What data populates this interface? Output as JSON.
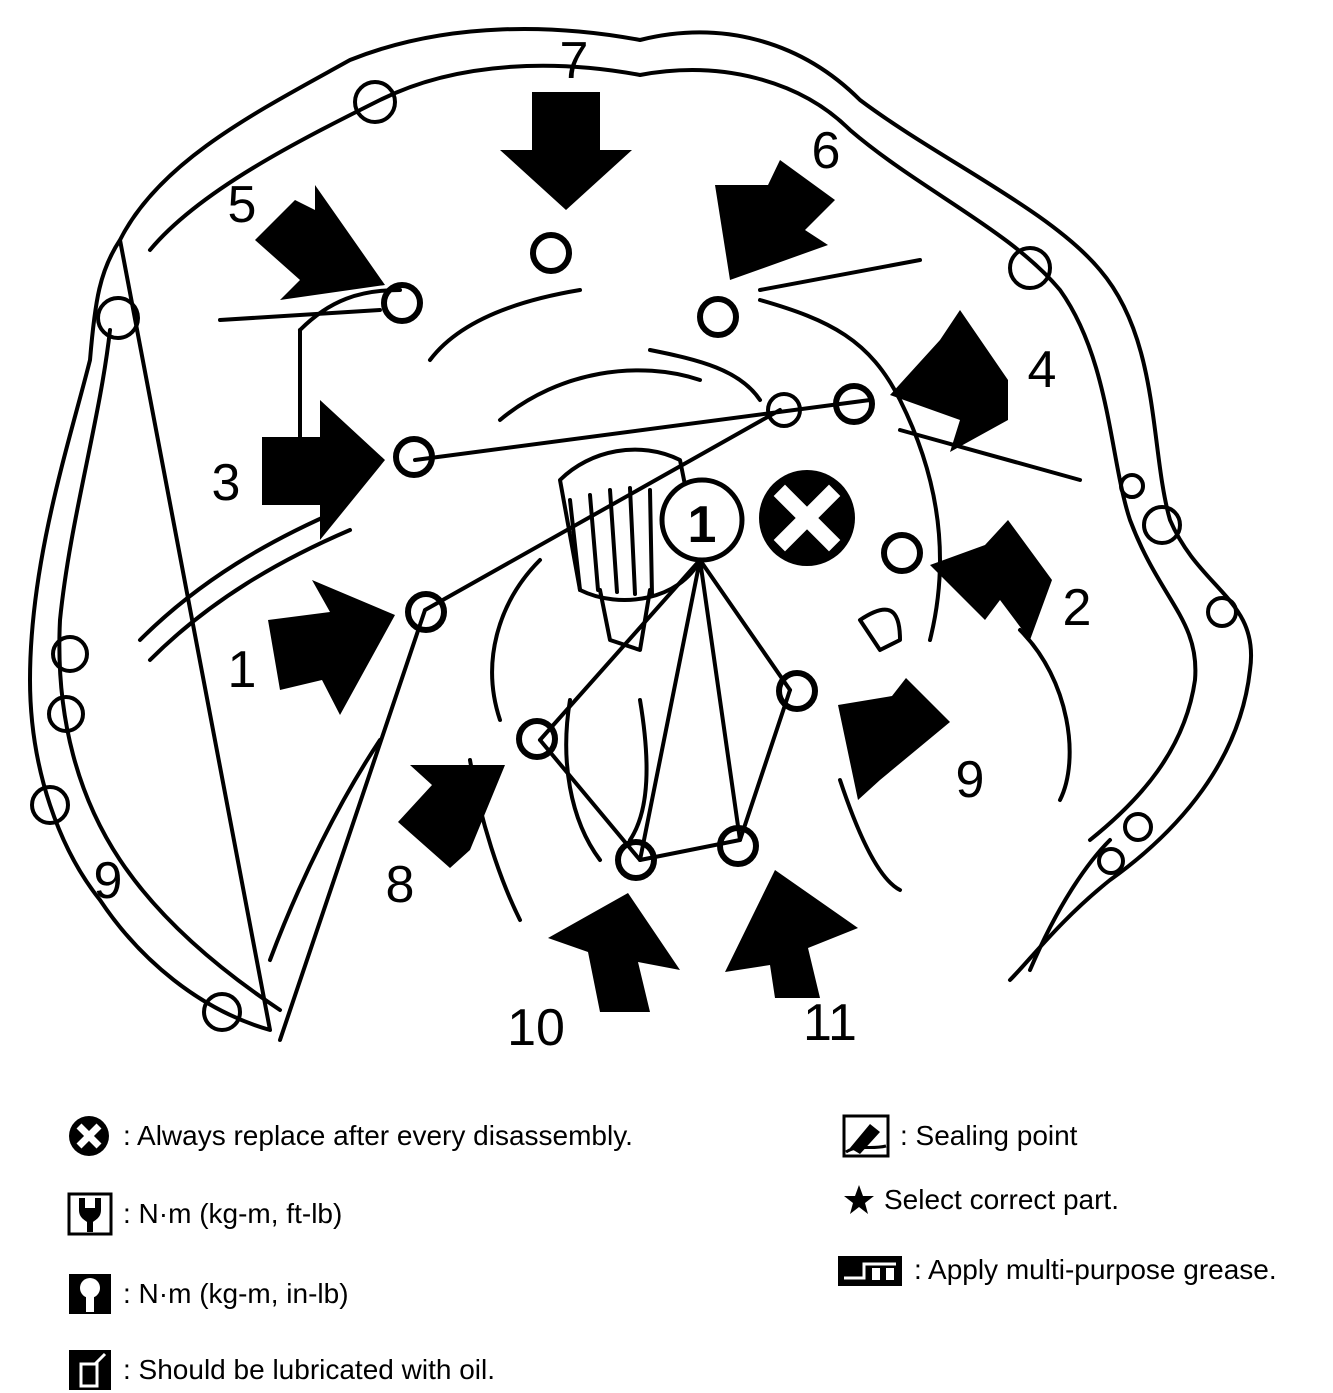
{
  "diagram": {
    "bolt_labels": [
      "1",
      "2",
      "3",
      "4",
      "5",
      "6",
      "7",
      "8",
      "9",
      "10",
      "11"
    ],
    "extra_label": "9",
    "center_callout": "1",
    "colors": {
      "ink": "#000000",
      "paper": "#ffffff"
    }
  },
  "legend": {
    "left": [
      {
        "icon": "replace-x-icon",
        "text": ": Always replace after every disassembly."
      },
      {
        "icon": "torque-wrench-ftlb-icon",
        "text": ": N·m (kg-m, ft-lb)"
      },
      {
        "icon": "torque-wrench-inlb-icon",
        "text": ": N·m (kg-m, in-lb)"
      },
      {
        "icon": "oil-can-icon",
        "text": ": Should be lubricated with oil."
      }
    ],
    "right": [
      {
        "icon": "sealing-point-icon",
        "text": ": Sealing point"
      },
      {
        "icon": "star-icon",
        "text": "Select correct part."
      },
      {
        "icon": "grease-gun-icon",
        "text": ": Apply multi-purpose grease."
      }
    ]
  }
}
